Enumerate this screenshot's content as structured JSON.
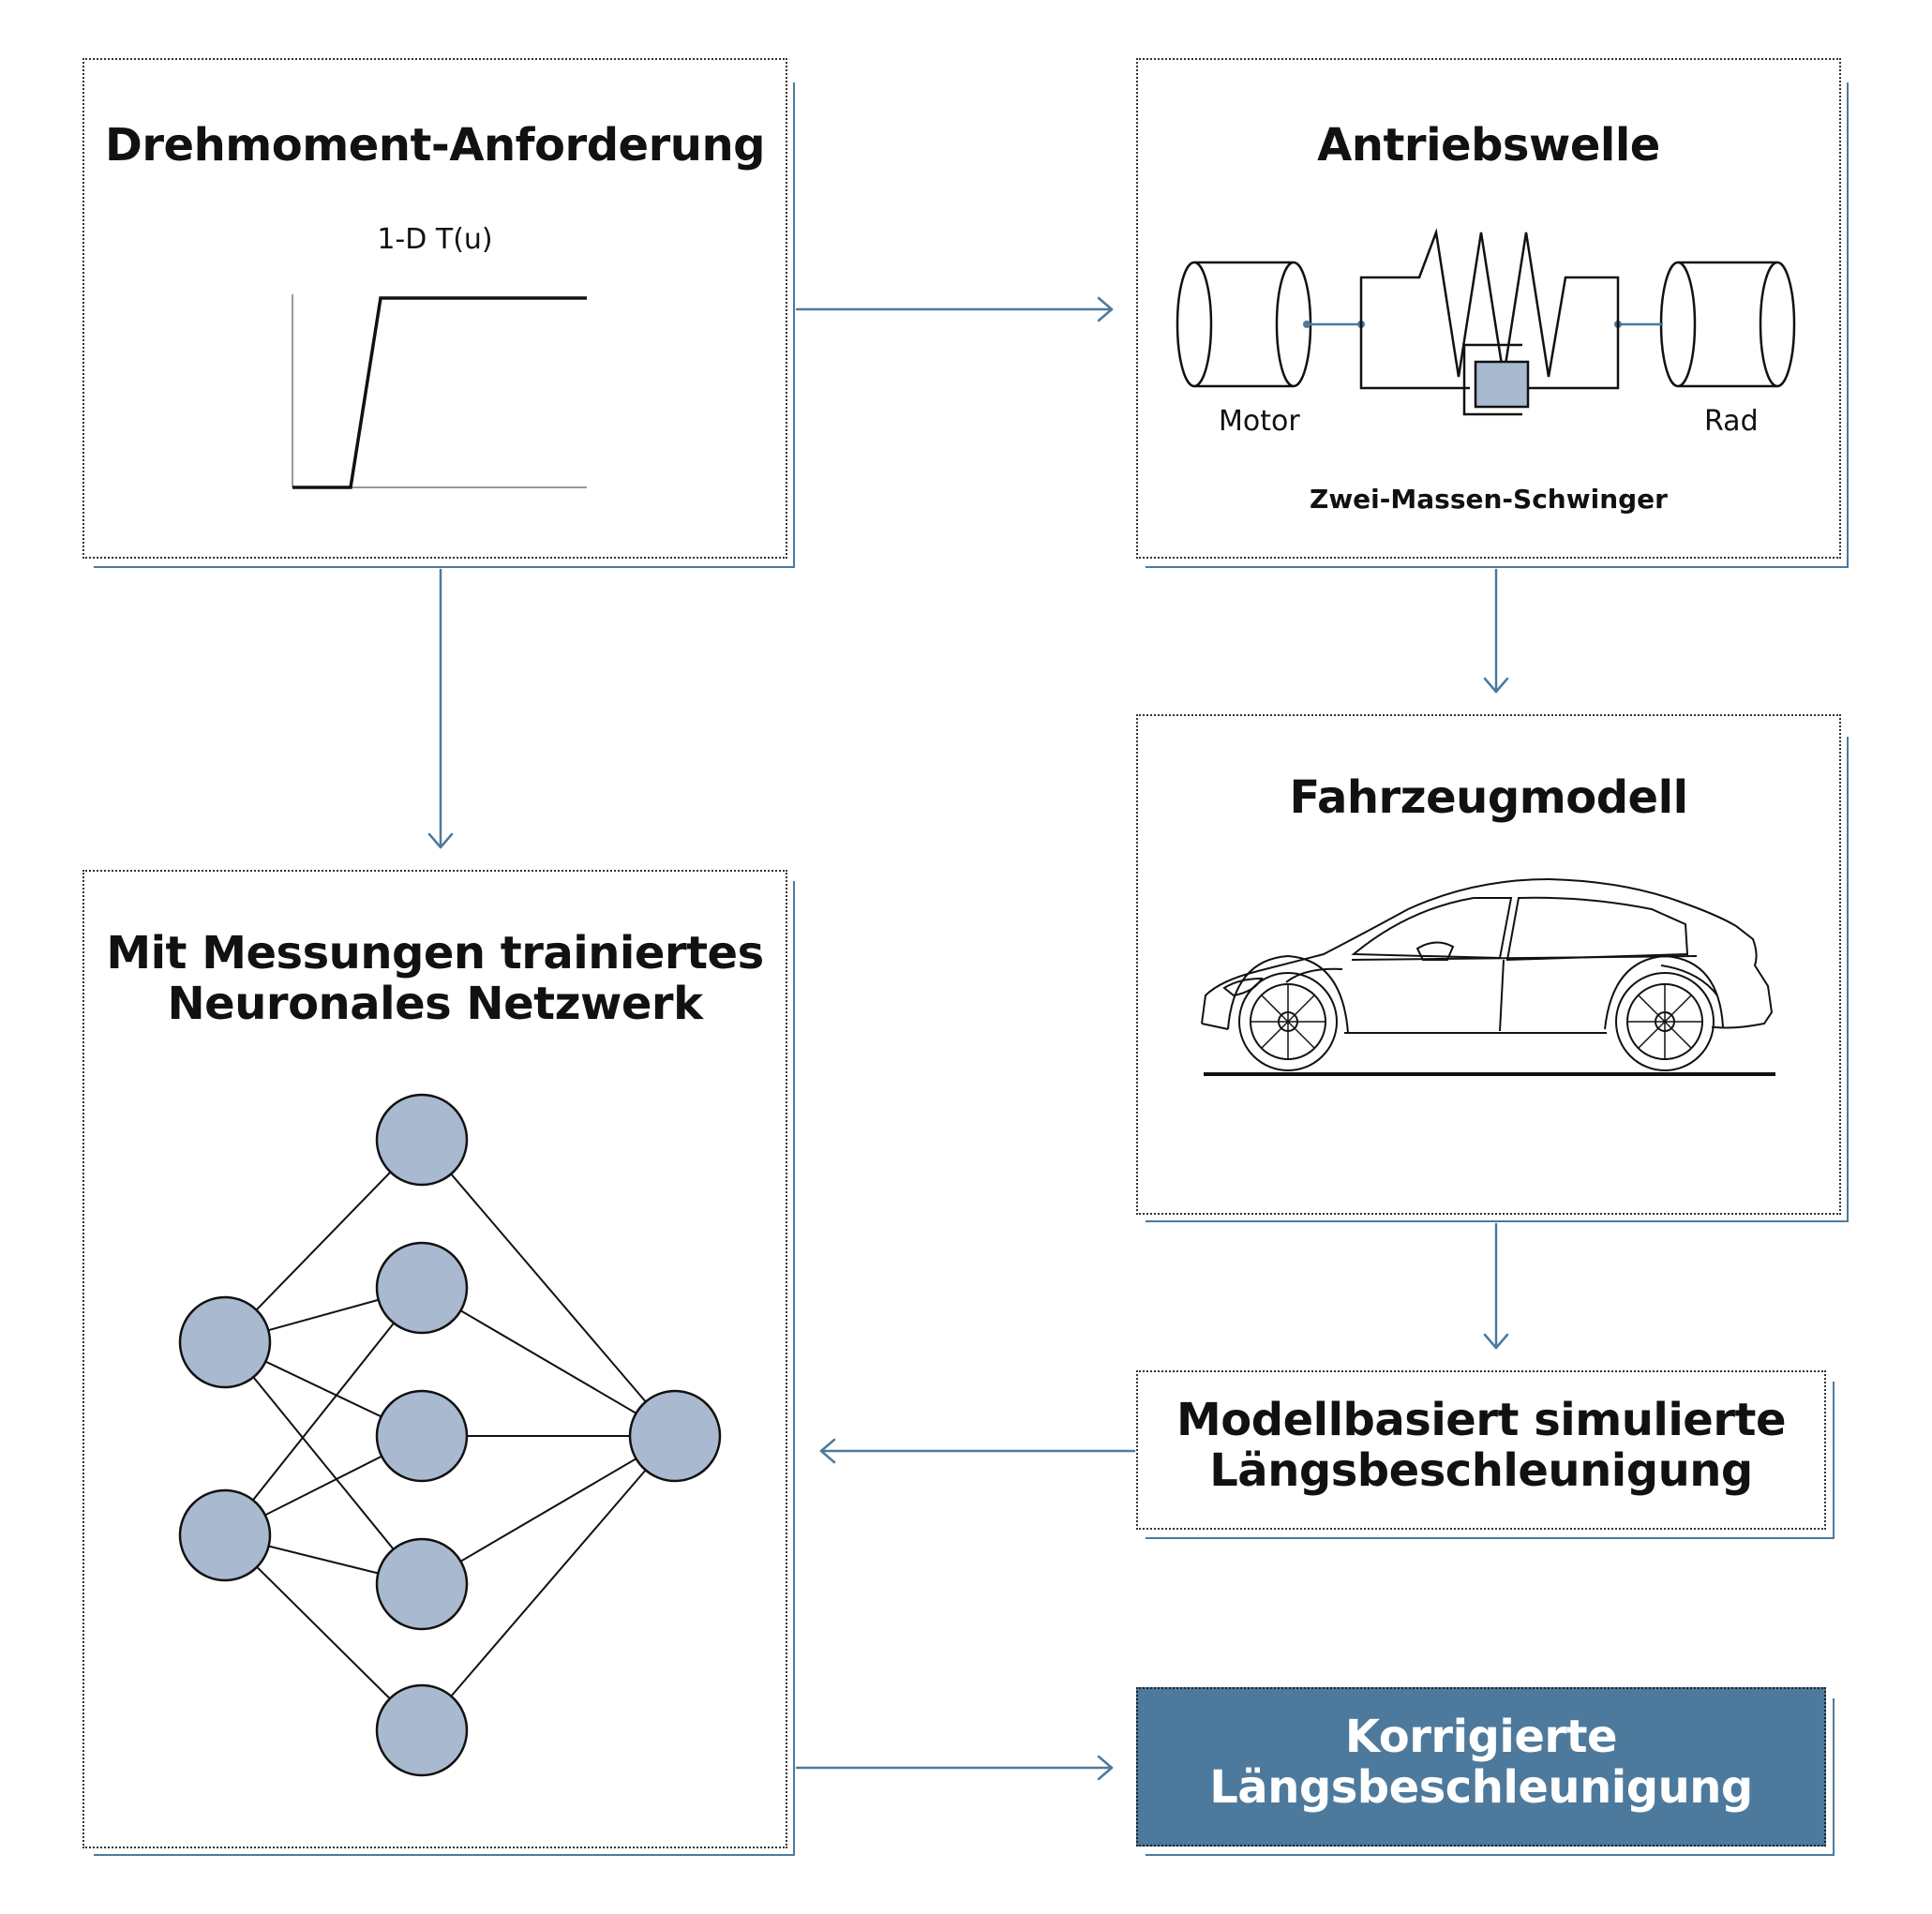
{
  "torque_box": {
    "title": "Drehmoment-Anforderung",
    "subtitle": "1-D T(u)"
  },
  "driveshaft_box": {
    "title": "Antriebswelle",
    "motor_label": "Motor",
    "wheel_label": "Rad",
    "caption": "Zwei-Massen-Schwinger"
  },
  "vehicle_box": {
    "title": "Fahrzeugmodell"
  },
  "neural_box": {
    "title_line1": "Mit Messungen trainiertes",
    "title_line2": "Neuronales Netzwerk"
  },
  "simulated_box": {
    "title_line1": "Modellbasiert simulierte",
    "title_line2": "Längsbeschleunigung"
  },
  "result_box": {
    "title_line1": "Korrigierte",
    "title_line2": "Längsbeschleunigung"
  },
  "colors": {
    "accent": "#4d7a9c",
    "node_fill": "#a9b9cf",
    "damper_fill": "#a9b9cf"
  }
}
